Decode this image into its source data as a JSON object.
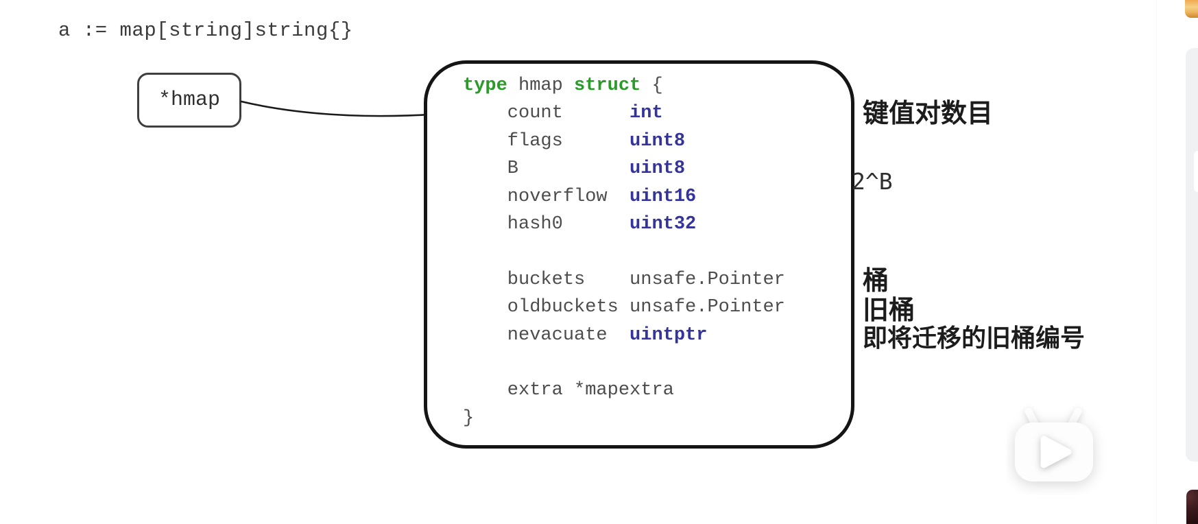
{
  "top_code": "a := map[string]string{}",
  "pointer_box": {
    "label": "*hmap"
  },
  "struct_box": {
    "lines": [
      [
        {
          "t": "type",
          "c": "kw"
        },
        {
          "t": " hmap ",
          "c": "p"
        },
        {
          "t": "struct",
          "c": "kw"
        },
        {
          "t": " {",
          "c": "p"
        }
      ],
      [
        {
          "t": "    count      ",
          "c": "p"
        },
        {
          "t": "int",
          "c": "ty"
        }
      ],
      [
        {
          "t": "    flags      ",
          "c": "p"
        },
        {
          "t": "uint8",
          "c": "ty"
        }
      ],
      [
        {
          "t": "    B          ",
          "c": "p"
        },
        {
          "t": "uint8",
          "c": "ty"
        }
      ],
      [
        {
          "t": "    noverflow  ",
          "c": "p"
        },
        {
          "t": "uint16",
          "c": "ty"
        }
      ],
      [
        {
          "t": "    hash0      ",
          "c": "p"
        },
        {
          "t": "uint32",
          "c": "ty"
        }
      ],
      [
        {
          "t": " ",
          "c": "p"
        }
      ],
      [
        {
          "t": "    buckets    unsafe.Pointer",
          "c": "p"
        }
      ],
      [
        {
          "t": "    oldbuckets unsafe.Pointer",
          "c": "p"
        }
      ],
      [
        {
          "t": "    nevacuate  ",
          "c": "p"
        },
        {
          "t": "uintptr",
          "c": "ty"
        }
      ],
      [
        {
          "t": " ",
          "c": "p"
        }
      ],
      [
        {
          "t": "    extra *mapextra",
          "c": "p"
        }
      ],
      [
        {
          "t": "}",
          "c": "p"
        }
      ]
    ]
  },
  "annotations": {
    "count": "键值对数目",
    "b": "2^B",
    "buckets": "桶",
    "oldbuckets": "旧桶",
    "nevacuate": "即将迁移的旧桶编号"
  },
  "watermark_icon": "bilibili-tv-play-icon",
  "colors": {
    "keyword_green": "#2a9a2a",
    "type_indigo": "#34349c",
    "code_gray": "#4d4d4d",
    "edge_accent_orange": "#eea94f",
    "edge_panel_gray": "#f0f1f3",
    "edge_thumb_maroon": "#3a191c"
  }
}
